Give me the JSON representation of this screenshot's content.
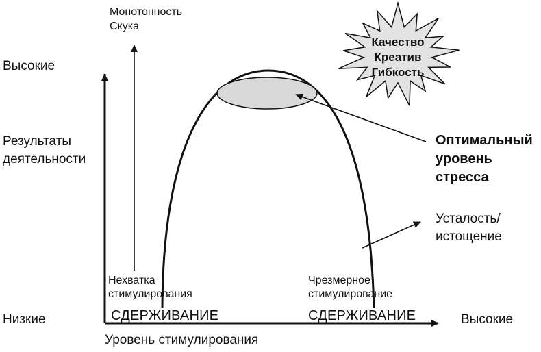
{
  "y_axis": {
    "high_label": "Высокие",
    "title_line1": "Результаты",
    "title_line2": "деятельности",
    "low_label": "Низкие"
  },
  "x_axis": {
    "title": "Уровень стимулирования",
    "high_label": "Высокие"
  },
  "top_arrow": {
    "line1": "Монотонность",
    "line2": "Скука"
  },
  "star": {
    "line1": "Качество",
    "line2": "Креатив",
    "line3": "Гибкость"
  },
  "optimal": {
    "line1": "Оптимальный",
    "line2": "уровень",
    "line3": "стресса"
  },
  "fatigue": {
    "line1": "Усталость/",
    "line2": "истощение"
  },
  "left_zone": {
    "line1": "Нехватка",
    "line2": "стимулирования",
    "caps": "СДЕРЖИВАНИЕ"
  },
  "right_zone": {
    "line1": "Чрезмерное",
    "line2": "стимулирование",
    "caps": "СДЕРЖИВАНИЕ"
  },
  "colors": {
    "ink": "#111111",
    "ellipse_fill": "#d9d9d9",
    "star_fill": "#e3e3e3"
  }
}
